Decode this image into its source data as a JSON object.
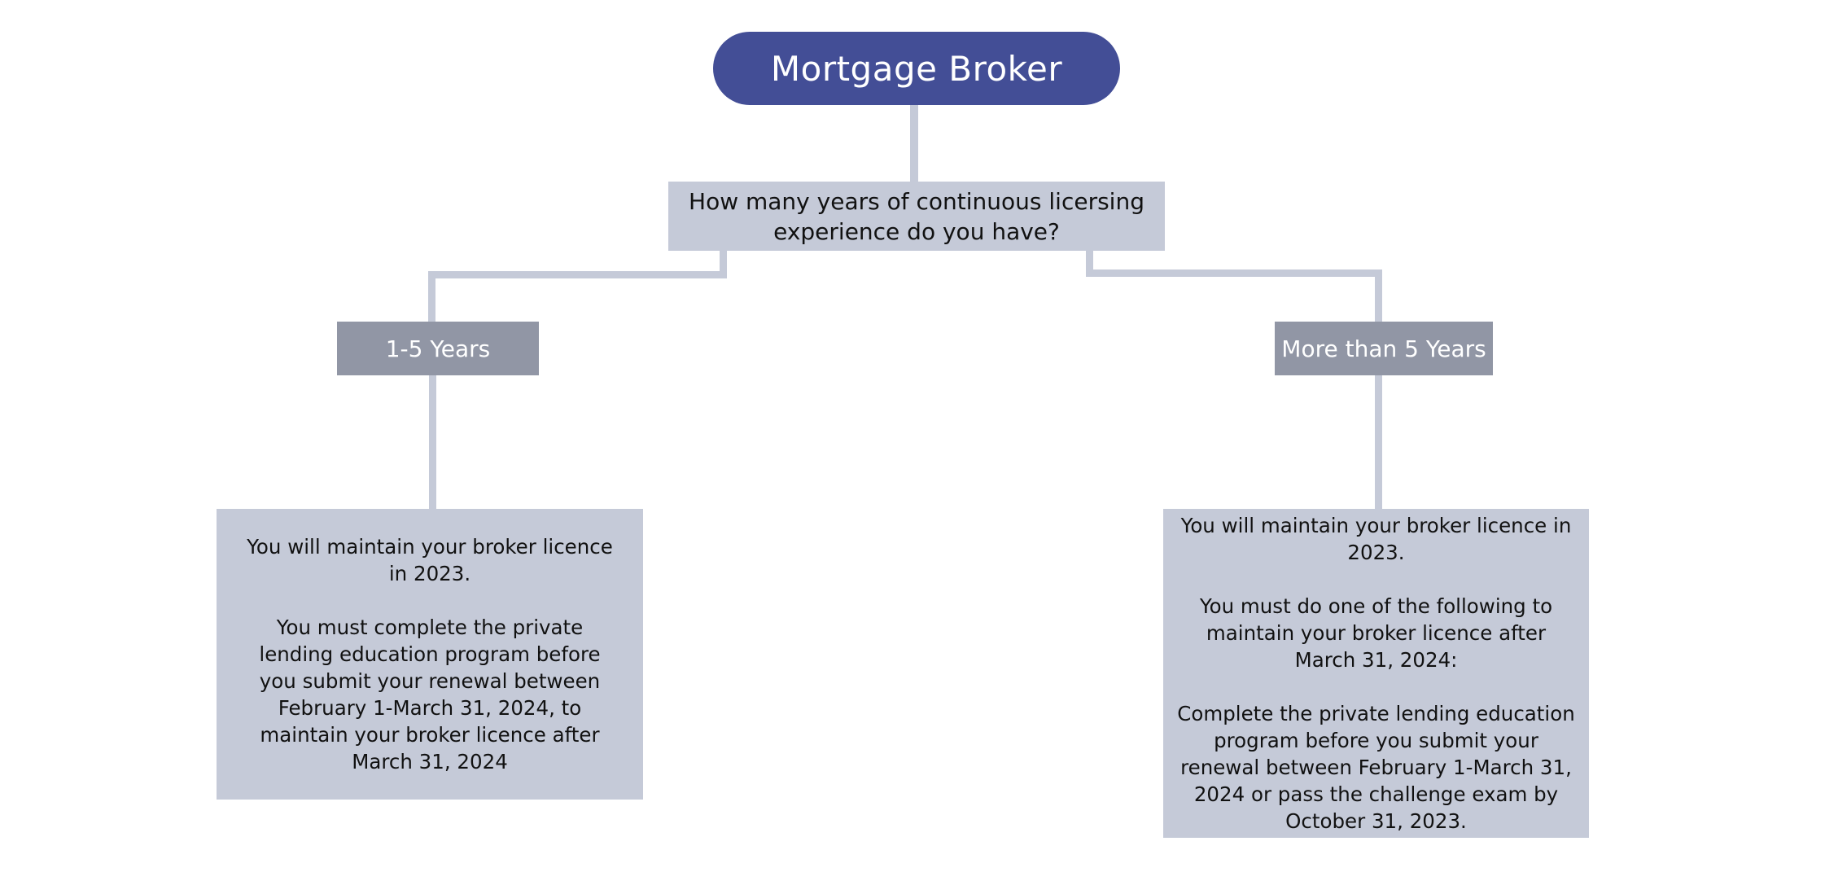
{
  "root": {
    "label": "Mortgage Broker"
  },
  "question": {
    "text": "How many years of continuous licersing experience do you have?"
  },
  "options": {
    "left": "1-5 Years",
    "right": "More than 5 Years"
  },
  "outcomes": {
    "left": {
      "paragraphs": [
        "You will maintain your broker licence in 2023.",
        "You must complete the private lending education program before you submit your renewal between February 1-March 31, 2024, to maintain your broker licence after March 31, 2024"
      ]
    },
    "right": {
      "paragraphs": [
        "You will maintain your broker licence in 2023.",
        "You must do one of the following to maintain your broker licence after March 31, 2024:",
        "Complete the private lending education program before you submit your renewal between February 1-March 31, 2024 or pass the challenge exam by October 31, 2023."
      ]
    }
  },
  "colors": {
    "root_fill": "#434e96",
    "question_fill": "#c5cad8",
    "option_fill": "#9196a5",
    "outcome_fill": "#c5cad8",
    "connector": "#c5cad8"
  }
}
